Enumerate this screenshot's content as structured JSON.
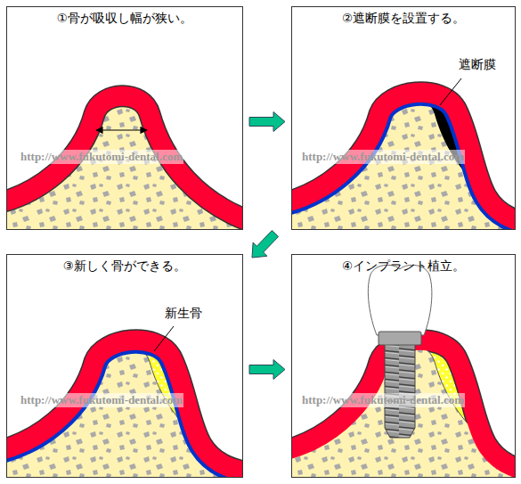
{
  "diagram": {
    "nodes": [
      {
        "text": [
          "①骨が吸収し幅が狭い。"
        ]
      },
      {
        "text": [
          "②遮断膜を設置する。"
        ]
      },
      {
        "text": [
          "③新しく骨ができる。"
        ]
      },
      {
        "text": [
          "④インプラント植立。"
        ]
      }
    ],
    "edges": [
      {
        "from": 0,
        "to": 1,
        "arrow": "to"
      },
      {
        "from": 1,
        "to": 2,
        "arrow": "to"
      },
      {
        "from": 2,
        "to": 3,
        "arrow": "to"
      }
    ],
    "labels": [
      "遮断膜",
      "新生骨",
      "http://www.fukutomi-dental.com",
      "http://www.fukutomi-dental.com",
      "http://www.fukutomi-dental.com",
      "http://www.fukutomi-dental.com"
    ]
  }
}
